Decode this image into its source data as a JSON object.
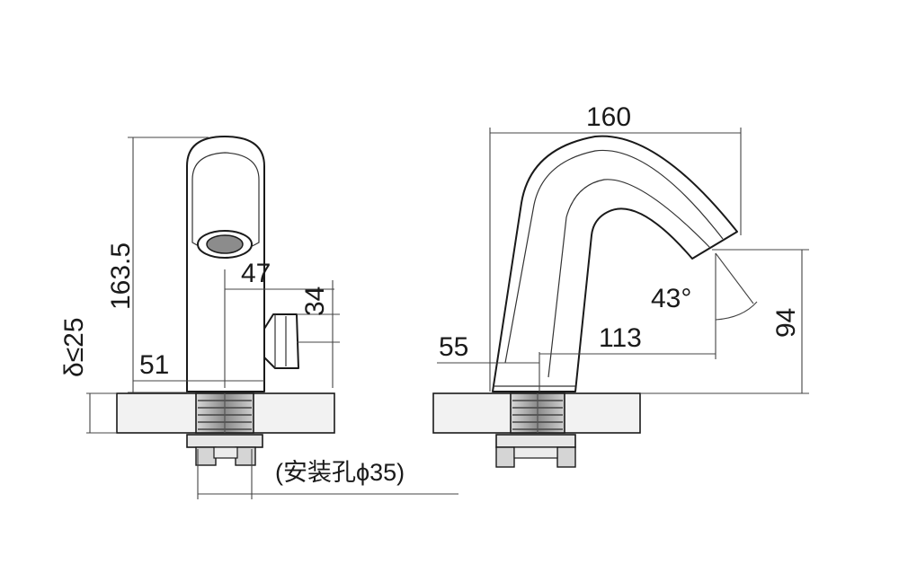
{
  "front_view": {
    "height_dim": "163.5",
    "sensor_offset_dim": "47",
    "knob_height_dim": "34",
    "base_width_dim": "51",
    "deck_thickness_dim": "δ≤25",
    "hole_note": "(安装孔ϕ35)"
  },
  "side_view": {
    "length_dim": "160",
    "base_dim": "55",
    "reach_dim": "113",
    "angle_dim": "43°",
    "spout_height_dim": "94"
  },
  "icons": {
    "front": "faucet-front-view",
    "side": "faucet-side-view"
  }
}
